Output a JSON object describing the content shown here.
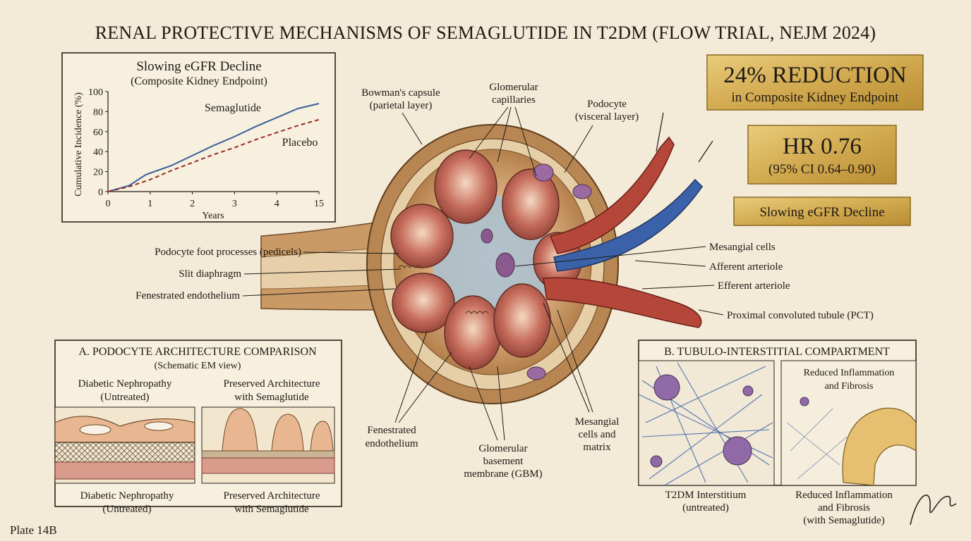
{
  "title": "RENAL PROTECTIVE MECHANISMS OF SEMAGLUTIDE IN T2DM (FLOW TRIAL, NEJM 2024)",
  "chart_data": {
    "type": "line",
    "title": "Slowing eGFR Decline",
    "subtitle": "(Composite Kidney Endpoint)",
    "xlabel": "Years",
    "ylabel": "Cumulative Incidence (%)",
    "xticks": [
      "0",
      "1",
      "2",
      "3",
      "4",
      "15"
    ],
    "yticks": [
      0,
      20,
      40,
      60,
      80,
      100
    ],
    "ylim": [
      0,
      100
    ],
    "series": [
      {
        "name": "Semaglutide",
        "color": "#3a5f9a",
        "style": "solid",
        "x": [
          0,
          0.5,
          0.9,
          1.5,
          2,
          2.5,
          3,
          3.5,
          4,
          4.5,
          5
        ],
        "y": [
          0,
          6,
          17,
          26,
          36,
          46,
          55,
          65,
          74,
          83,
          88
        ]
      },
      {
        "name": "Placebo",
        "color": "#9a2e22",
        "style": "dashed",
        "x": [
          0,
          0.5,
          1,
          1.5,
          2,
          2.5,
          3,
          3.5,
          4,
          4.5,
          5
        ],
        "y": [
          0,
          5,
          12,
          21,
          29,
          37,
          44,
          52,
          59,
          66,
          72
        ]
      }
    ]
  },
  "stats": {
    "reduction_headline": "24% REDUCTION",
    "reduction_sub": "in Composite Kidney Endpoint",
    "hr": "HR 0.76",
    "ci": "(95% CI 0.64–0.90)",
    "egfr": "Slowing eGFR Decline"
  },
  "labels": {
    "bowman_1": "Bowman's capsule",
    "bowman_2": "(parietal layer)",
    "glom_cap_1": "Glomerular",
    "glom_cap_2": "capillaries",
    "podocyte_1": "Podocyte",
    "podocyte_2": "(visceral layer)",
    "foot_processes": "Podocyte foot processes (pedicels)",
    "slit": "Slit diaphragm",
    "fenestrated_left": "Fenestrated endothelium",
    "mesangial": "Mesangial cells",
    "afferent": "Afferent arteriole",
    "efferent": "Efferent arteriole",
    "pct": "Proximal convoluted tubule (PCT)",
    "fen_bottom_1": "Fenestrated",
    "fen_bottom_2": "endothelium",
    "gbm_1": "Glomerular",
    "gbm_2": "basement",
    "gbm_3": "membrane (GBM)",
    "mes_matrix_1": "Mesangial",
    "mes_matrix_2": "cells and",
    "mes_matrix_3": "matrix"
  },
  "panel_a": {
    "title": "A. PODOCYTE ARCHITECTURE COMPARISON",
    "subtitle": "(Schematic EM view)",
    "left_top_1": "Diabetic Nephropathy",
    "left_top_2": "(Untreated)",
    "right_top_1": "Preserved Architecture",
    "right_top_2": "with Semaglutide",
    "left_bottom_1": "Diabetic Nephropathy",
    "left_bottom_2": "(Untreated)",
    "right_bottom_1": "Preserved Architecture",
    "right_bottom_2": "with Semaglutide"
  },
  "panel_b": {
    "title": "B. TUBULO-INTERSTITIAL COMPARTMENT",
    "right_top_1": "Reduced Inflammation",
    "right_top_2": "and Fibrosis",
    "left_bottom_1": "T2DM Interstitium",
    "left_bottom_2": "(untreated)",
    "right_bottom_1": "Reduced Inflammation",
    "right_bottom_2": "and Fibrosis",
    "right_bottom_3": "(with Semaglutide)"
  },
  "plate": "Plate 14B",
  "colors": {
    "paper": "#f3ead7",
    "gold": "#d6b15a",
    "semaglutide": "#3a5f9a",
    "placebo": "#9a2e22",
    "artery": "#b5463a",
    "vein": "#3b62a8"
  }
}
